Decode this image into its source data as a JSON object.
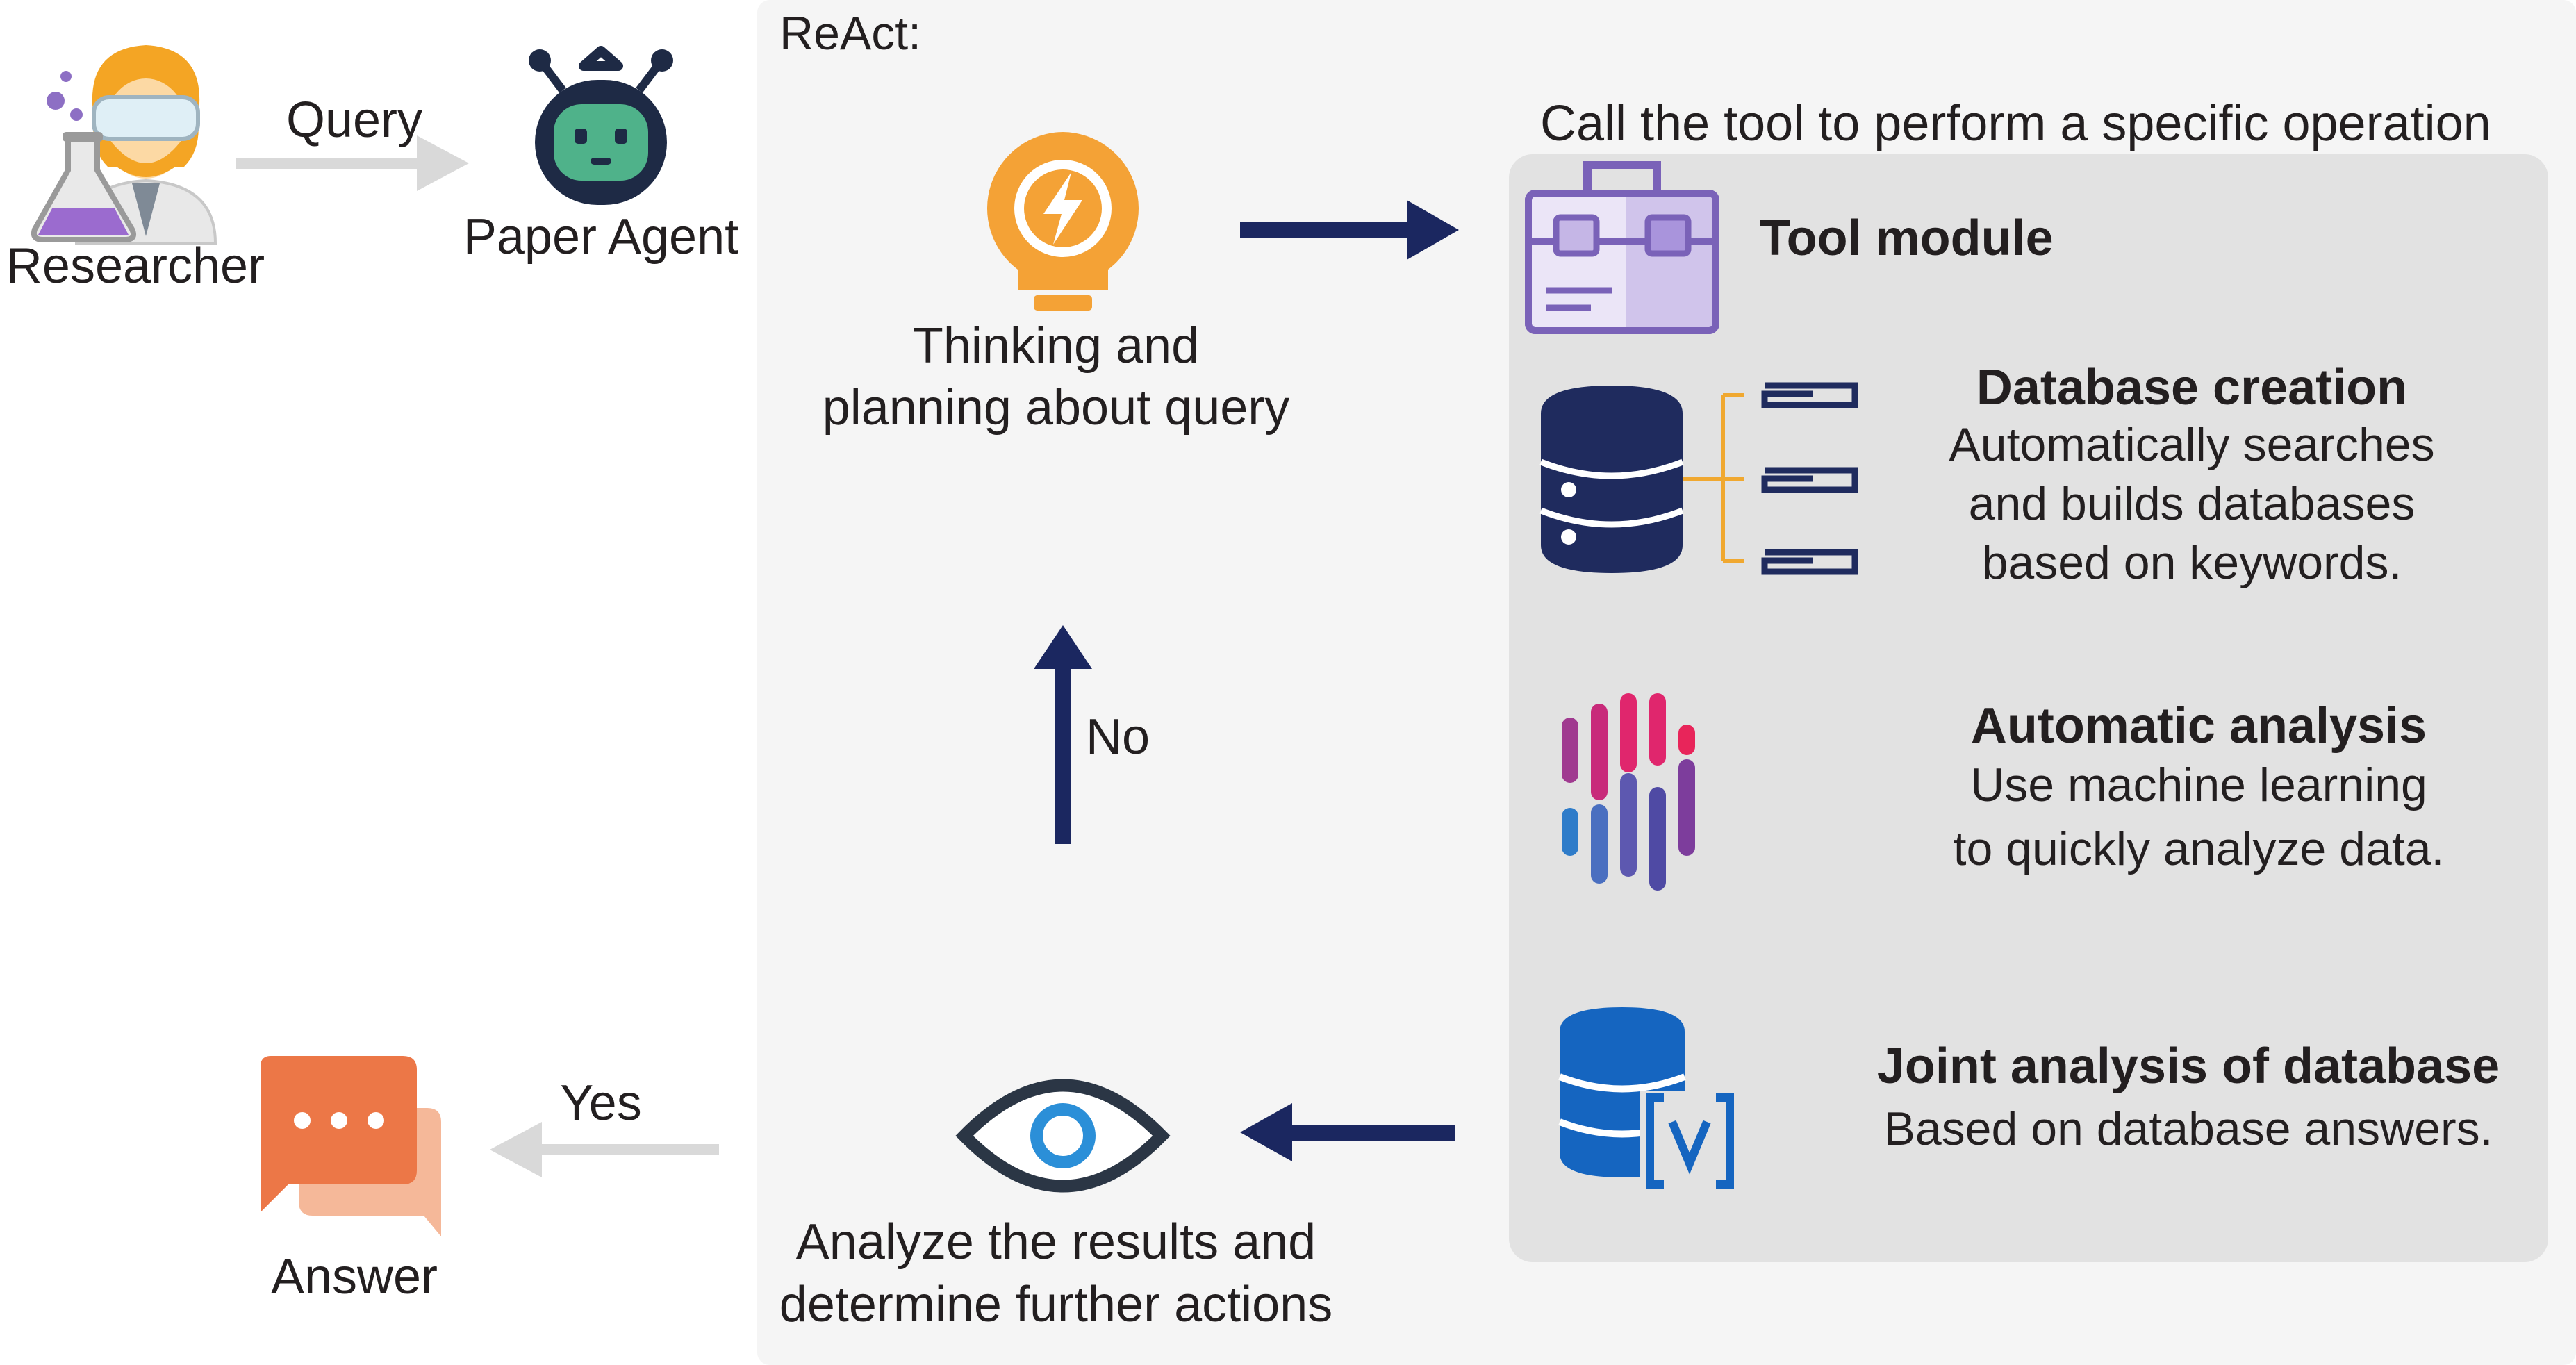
{
  "researcher": {
    "label": "Researcher"
  },
  "query": {
    "label": "Query"
  },
  "agent": {
    "label": "Paper Agent"
  },
  "react": {
    "title": "ReAct:"
  },
  "thinking": {
    "line1": "Thinking and",
    "line2": "planning about query"
  },
  "call_tool": {
    "label": "Call the tool to perform a specific operation"
  },
  "tool_module": {
    "title": "Tool module"
  },
  "database_creation": {
    "title": "Database creation",
    "line1": "Automatically searches",
    "line2": "and builds databases",
    "line3": "based on keywords."
  },
  "automatic_analysis": {
    "title": "Automatic analysis",
    "line1": "Use machine learning",
    "line2": "to quickly analyze data."
  },
  "joint_analysis": {
    "title": "Joint analysis of database",
    "line1": "Based on database answers."
  },
  "loop": {
    "no_label": "No"
  },
  "analyze": {
    "line1": "Analyze the results and",
    "line2": "determine further actions"
  },
  "yes": {
    "label": "Yes"
  },
  "answer": {
    "label": "Answer"
  },
  "colors": {
    "arrow_dark": "#1b2760",
    "arrow_light": "#d9d9d9",
    "bulb": "#f4a236",
    "navy": "#1f2b5e",
    "purple": "#8f78c6",
    "orange_bubble": "#ec7747",
    "blue_db": "#1565c0"
  }
}
